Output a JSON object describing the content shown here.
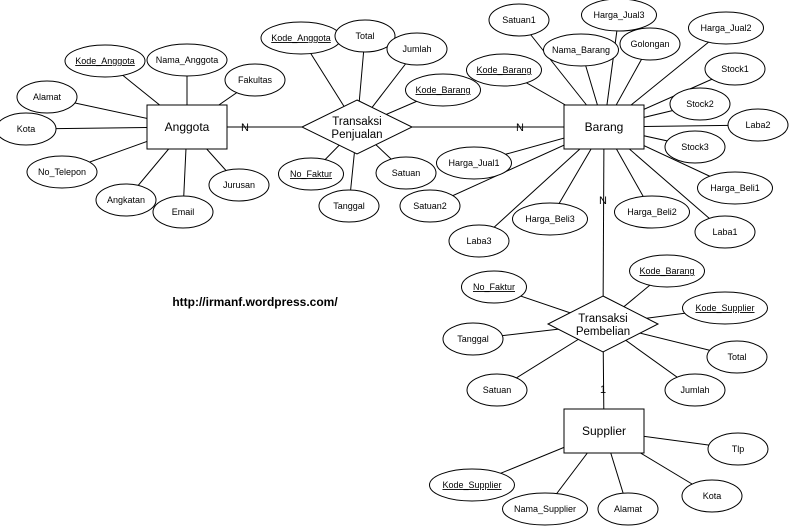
{
  "url": "http://irmanf.wordpress.com/",
  "entities": {
    "anggota": "Anggota",
    "barang": "Barang",
    "supplier": "Supplier"
  },
  "relations": {
    "penjualan": [
      "Transaksi",
      "Penjualan"
    ],
    "pembelian": [
      "Transaksi",
      "Pembelian"
    ]
  },
  "cardinalities": {
    "anggota_penjualan": "N",
    "penjualan_barang": "N",
    "barang_pembelian": "N",
    "pembelian_supplier": "1"
  },
  "attributes": {
    "anggota": [
      {
        "label": "Kode_Anggota",
        "key": true
      },
      {
        "label": "Nama_Anggota",
        "key": false
      },
      {
        "label": "Fakultas",
        "key": false
      },
      {
        "label": "Alamat",
        "key": false
      },
      {
        "label": "Kota",
        "key": false
      },
      {
        "label": "No_Telepon",
        "key": false
      },
      {
        "label": "Angkatan",
        "key": false
      },
      {
        "label": "Email",
        "key": false
      },
      {
        "label": "Jurusan",
        "key": false
      }
    ],
    "penjualan": [
      {
        "label": "Kode_Anggota",
        "key": true
      },
      {
        "label": "Total",
        "key": false
      },
      {
        "label": "Jumlah",
        "key": false
      },
      {
        "label": "Kode_Barang",
        "key": true
      },
      {
        "label": "No_Faktur",
        "key": true
      },
      {
        "label": "Satuan",
        "key": false
      },
      {
        "label": "Tanggal",
        "key": false
      }
    ],
    "barang": [
      {
        "label": "Satuan1",
        "key": false
      },
      {
        "label": "Harga_Jual3",
        "key": false
      },
      {
        "label": "Kode_Barang",
        "key": true
      },
      {
        "label": "Nama_Barang",
        "key": false
      },
      {
        "label": "Golongan",
        "key": false
      },
      {
        "label": "Harga_Jual2",
        "key": false
      },
      {
        "label": "Stock1",
        "key": false
      },
      {
        "label": "Stock2",
        "key": false
      },
      {
        "label": "Laba2",
        "key": false
      },
      {
        "label": "Stock3",
        "key": false
      },
      {
        "label": "Harga_Jual1",
        "key": false
      },
      {
        "label": "Harga_Beli1",
        "key": false
      },
      {
        "label": "Satuan2",
        "key": false
      },
      {
        "label": "Harga_Beli3",
        "key": false
      },
      {
        "label": "Harga_Beli2",
        "key": false
      },
      {
        "label": "Laba1",
        "key": false
      },
      {
        "label": "Laba3",
        "key": false
      }
    ],
    "pembelian": [
      {
        "label": "Kode_Barang",
        "key": true
      },
      {
        "label": "No_Faktur",
        "key": true
      },
      {
        "label": "Kode_Supplier",
        "key": true
      },
      {
        "label": "Tanggal",
        "key": false
      },
      {
        "label": "Total",
        "key": false
      },
      {
        "label": "Satuan",
        "key": false
      },
      {
        "label": "Jumlah",
        "key": false
      }
    ],
    "supplier": [
      {
        "label": "Tlp",
        "key": false
      },
      {
        "label": "Kode_Supplier",
        "key": true
      },
      {
        "label": "Kota",
        "key": false
      },
      {
        "label": "Nama_Supplier",
        "key": false
      },
      {
        "label": "Alamat",
        "key": false
      }
    ]
  }
}
